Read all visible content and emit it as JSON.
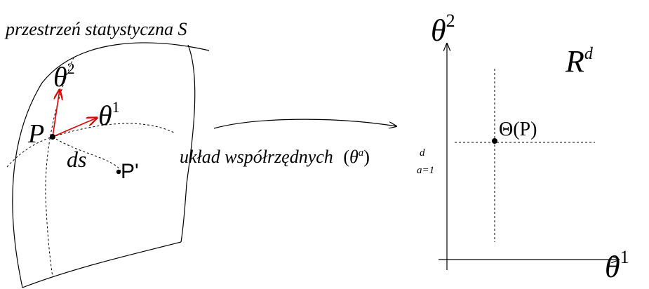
{
  "left": {
    "title": "przestrzeń  statystyczna  S",
    "theta_sup_two": "2",
    "theta_sup_one": "1",
    "theta_symbol": "θ",
    "point_p": "P",
    "point_p_prime": "P'",
    "distance": "ds"
  },
  "middle": {
    "mapping_text": "układ współrzędnych",
    "paren_open": "(",
    "theta": "θ",
    "sup_a": "a",
    "paren_close": ")",
    "upper_d": "d",
    "lower_a1": "a=1"
  },
  "right": {
    "space_label": "R",
    "space_sup": "d",
    "theta_symbol": "θ",
    "y_axis_sup": "2",
    "x_axis_sup": "1",
    "point_label": "Θ(P)"
  },
  "colors": {
    "tangent_vectors": "#e00000",
    "lines": "#000000"
  }
}
